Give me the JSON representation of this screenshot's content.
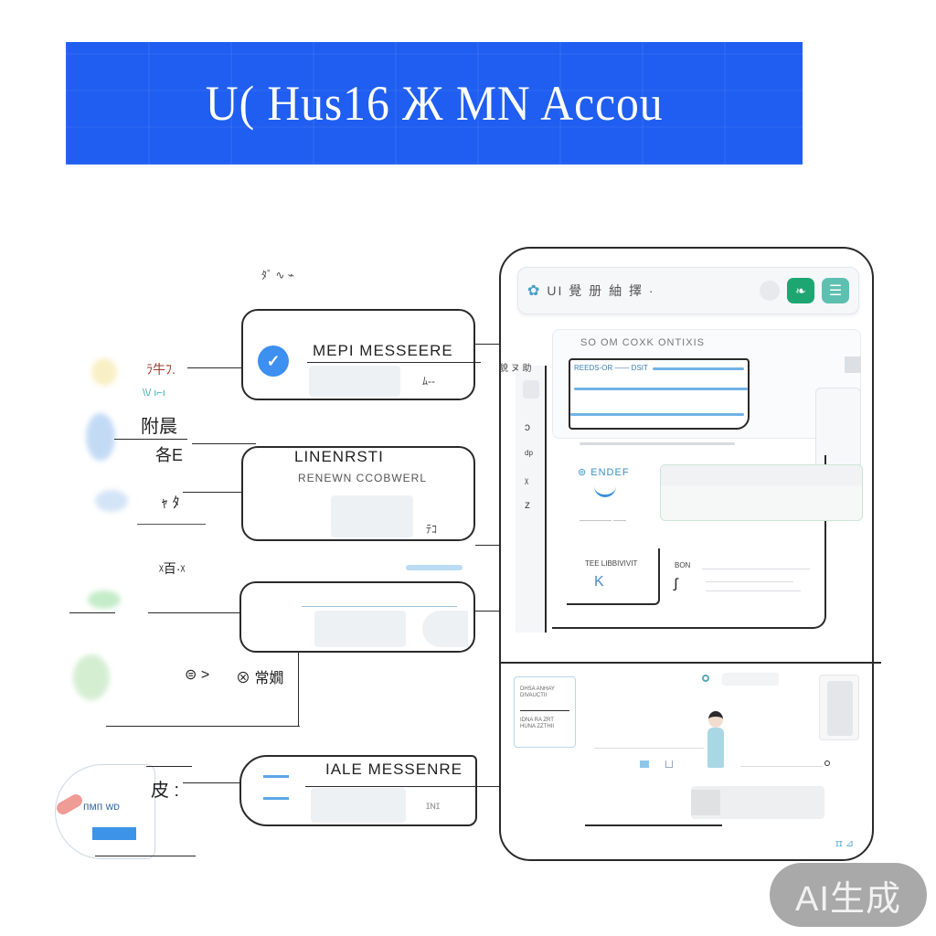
{
  "banner": {
    "title": "U( Hus16 Ж MN Accou",
    "background_color": "#1f5ef0"
  },
  "top_note": "ﾀﾞ ∿ ⌁",
  "left_labels": [
    {
      "text": "ﾗ牛ﾌ.",
      "color": "#a23a2a"
    },
    {
      "text": "附晨",
      "color": "#222222"
    },
    {
      "text": "各E",
      "color": "#222222"
    },
    {
      "text": "ｬ ﾀ",
      "color": "#222222"
    },
    {
      "text": "ᵡ百·ᵡ",
      "color": "#222222"
    },
    {
      "text": "⊜ ˃",
      "color": "#222222"
    },
    {
      "text": "⊗ 常嫺",
      "color": "#222222"
    },
    {
      "text": "皮 :",
      "color": "#222222"
    }
  ],
  "left_icon_card": {
    "text": "ᴨᴍᴨ ᴡᴅ"
  },
  "flow_cards": [
    {
      "title": "MEPI MESSEERE",
      "icon": "check-circle-icon",
      "side_glyph": "ﾑ--"
    },
    {
      "title": "LINENRSTI",
      "subtitle": "RENEWN CCOBWERL",
      "side_glyph": "ﾃｺ"
    },
    {
      "title": "",
      "side_glyph": ""
    },
    {
      "title": "IALE MESSENRE",
      "side_glyph": "ɪɴɪ"
    }
  ],
  "phone": {
    "app_bar": {
      "title": "UI 覺 册 紬 擇 ·",
      "logo_icon": "gear-cluster-icon",
      "action_green_icon": "leaf-icon",
      "action_teal_icon": "menu-icon",
      "green_color": "#1ea672",
      "teal_color": "#5ec0b0"
    },
    "section_1": {
      "label": "SO OM COXK ONTIXIS",
      "row_label": "REEDS-OR —— DSIT",
      "side_note": "貌 ヌ 助"
    },
    "section_2": {
      "label": "⊚ ENDEF",
      "footer": "————— ——"
    },
    "section_3": {
      "label": "TEE LIBBIVIVIT",
      "icon_glyph": "K",
      "side_label": "BON",
      "side_glyph": "ꭍ"
    },
    "side_rail": [
      "ↄ",
      "ᵈᵖ",
      "ᵡ",
      "ᴢ"
    ],
    "bottom_scene": {
      "text_block_1": "DHSA ANHAY DIVAUCTII",
      "text_block_2": "IDNA RA ZRT HUNA ZZTHII",
      "figure": "person-illustration"
    },
    "footer_mark": "ɪɪ ⊿"
  },
  "watermark": {
    "text": "AI生成"
  }
}
